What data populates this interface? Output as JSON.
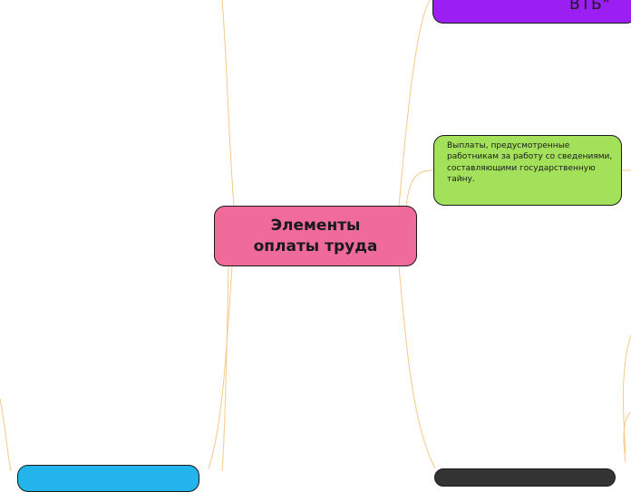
{
  "central_topic": "Элементы оплаты труда",
  "nodes": {
    "purple_partial": "ВТБ\"",
    "green": "Выплаты, предусмотренные работникам за работу со сведениями, составляющими государственную тайну."
  },
  "colors": {
    "central": "#f06a9a",
    "purple": "#9b1ff2",
    "green": "#a3e15b",
    "blue": "#22b4ea",
    "connector": "#f5c98a"
  }
}
